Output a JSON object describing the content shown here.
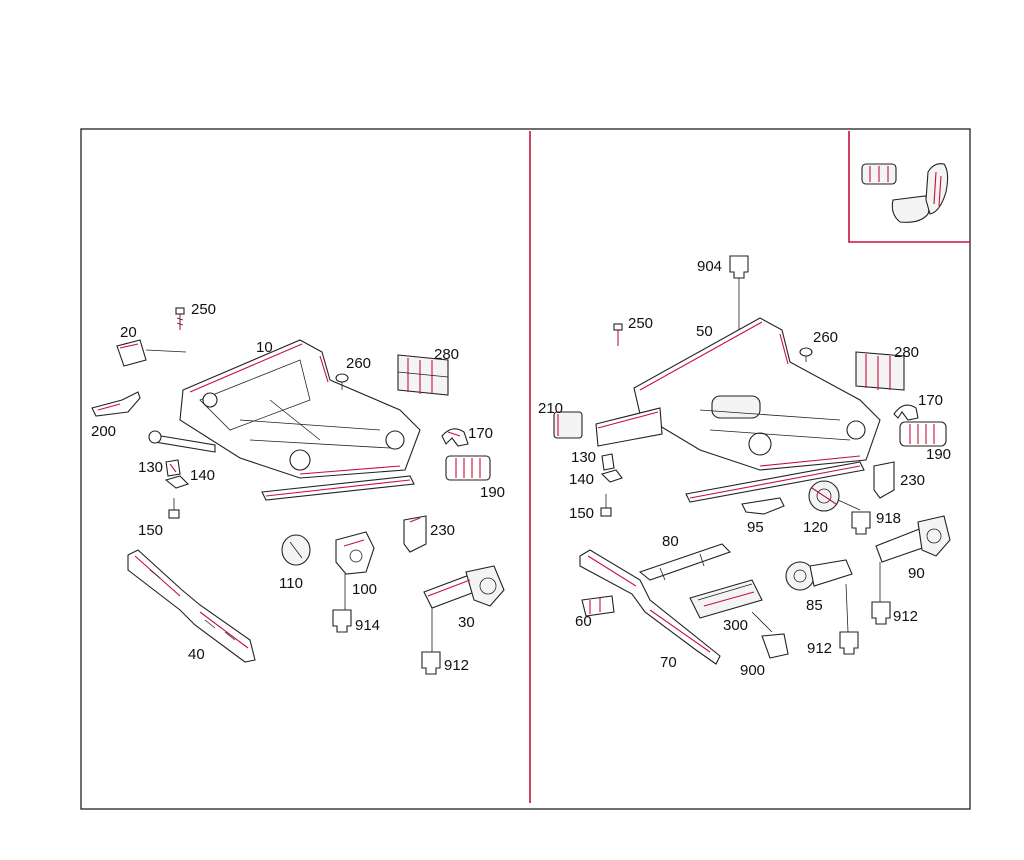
{
  "diagram": {
    "callouts_left": [
      "10",
      "20",
      "30",
      "40",
      "100",
      "110",
      "130",
      "140",
      "150",
      "170",
      "190",
      "200",
      "230",
      "250",
      "260",
      "280",
      "912",
      "914"
    ],
    "callouts_right": [
      "50",
      "60",
      "70",
      "80",
      "85",
      "90",
      "95",
      "120",
      "130",
      "140",
      "150",
      "170",
      "190",
      "210",
      "230",
      "250",
      "260",
      "280",
      "300",
      "900",
      "904",
      "912",
      "912",
      "918"
    ]
  },
  "colors": {
    "frame": "#222222",
    "divider": "#c8103e",
    "accent": "#c8103e"
  },
  "icons": [
    "seat-adjust-switch-icon"
  ]
}
